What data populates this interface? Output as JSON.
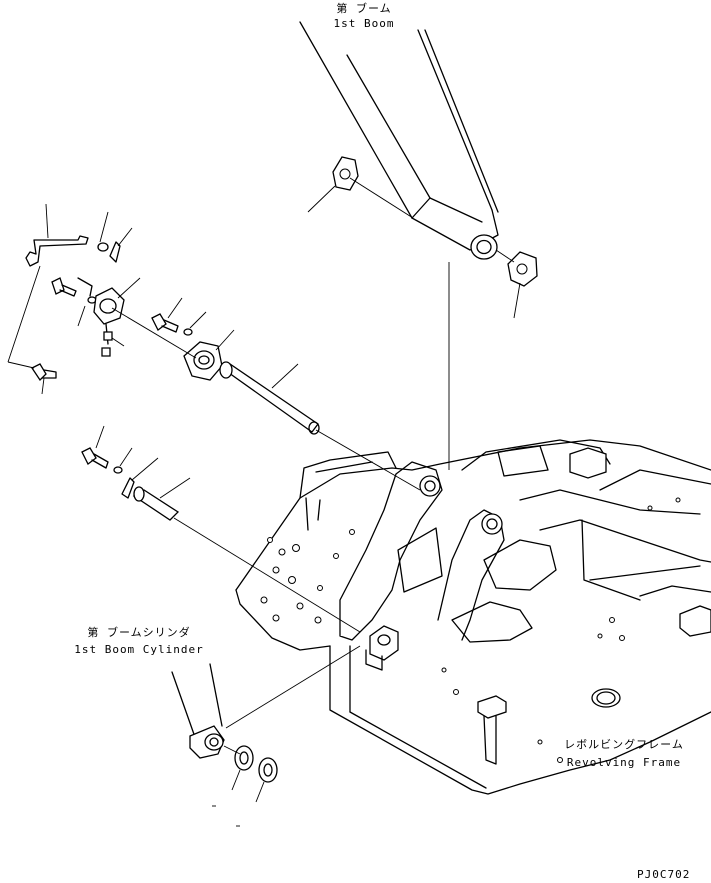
{
  "labels": {
    "boom_jp": "第 ブーム",
    "boom_en": "1st Boom",
    "cylinder_jp": "第 ブームシリンダ",
    "cylinder_en": "1st Boom Cylinder",
    "frame_jp": "レボルビングフレーム",
    "frame_en": "Revolving Frame",
    "drawing_code": "PJ0C702"
  }
}
